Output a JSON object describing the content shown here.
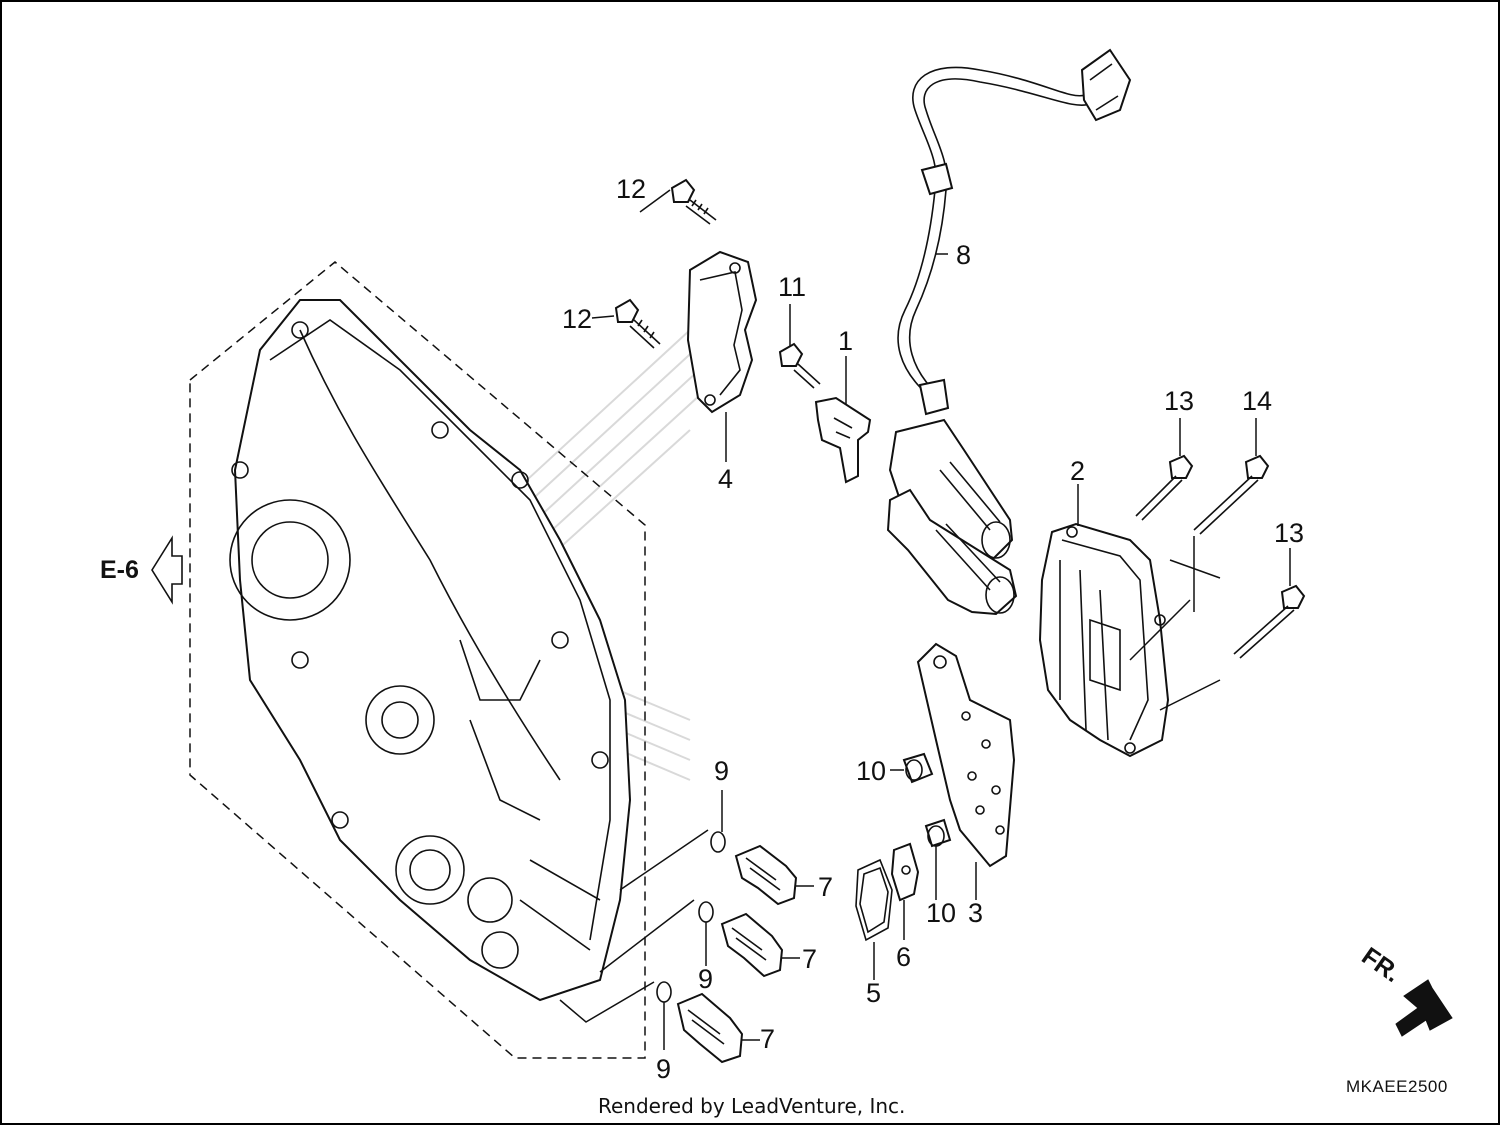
{
  "diagram": {
    "callouts": {
      "c1": "1",
      "c2": "2",
      "c3": "3",
      "c4": "4",
      "c5": "5",
      "c6": "6",
      "c7a": "7",
      "c7b": "7",
      "c7c": "7",
      "c8": "8",
      "c9a": "9",
      "c9b": "9",
      "c9c": "9",
      "c10a": "10",
      "c10b": "10",
      "c11": "11",
      "c12a": "12",
      "c12b": "12",
      "c13a": "13",
      "c13b": "13",
      "c14": "14"
    },
    "reference": "E-6",
    "direction": "FR.",
    "diagram_code": "MKAEE2500",
    "credit": "Rendered by LeadVenture, Inc."
  },
  "colors": {
    "ink": "#111111",
    "watermark": "#d9d9d9",
    "background": "#ffffff"
  }
}
